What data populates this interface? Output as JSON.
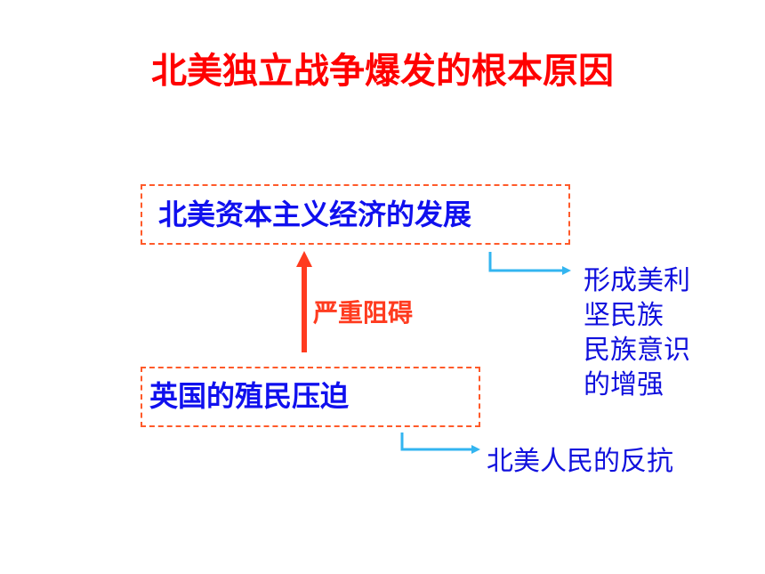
{
  "title": "北美独立战争爆发的根本原因",
  "top_box": {
    "label": "北美资本主义经济的发展"
  },
  "bottom_box": {
    "label": "英国的殖民压迫"
  },
  "arrow": {
    "label": "严重阻碍"
  },
  "result_a": {
    "lines": [
      "形成美利",
      "坚民族",
      "民族意识",
      "的增强"
    ]
  },
  "result_b": {
    "label": "北美人民的反抗"
  },
  "colors": {
    "title": "#ff0000",
    "box_border": "#ff5a2a",
    "box_text": "#1010ee",
    "arrow": "#ff3b1f",
    "connector": "#33b5f0",
    "side_text": "#1010dd"
  }
}
